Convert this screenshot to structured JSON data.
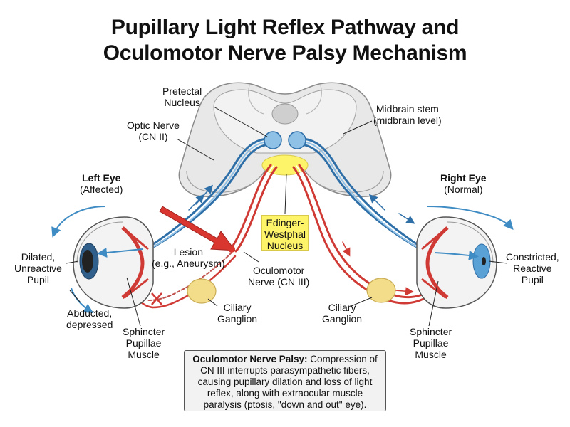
{
  "title": {
    "line1": "Pupillary Light Reflex Pathway and",
    "line2": "Oculomotor Nerve Palsy Mechanism"
  },
  "labels": {
    "pretectal": [
      "Pretectal",
      "Nucleus"
    ],
    "optic_nerve": [
      "Optic Nerve",
      "(CN II)"
    ],
    "midbrain": [
      "Midbrain stem",
      "(midbrain level)"
    ],
    "left_eye_title": "Left Eye",
    "left_eye_sub": "(Affected)",
    "right_eye_title": "Right Eye",
    "right_eye_sub": "(Normal)",
    "edinger": [
      "Edinger-",
      "Westphal",
      "Nucleus"
    ],
    "lesion": [
      "Lesion",
      "(e.g., Aneurysm)"
    ],
    "oculomotor": [
      "Oculomotor",
      "Nerve (CN III)"
    ],
    "dilated": [
      "Dilated,",
      "Unreactive",
      "Pupil"
    ],
    "constricted": [
      "Constricted,",
      "Reactive",
      "Pupil"
    ],
    "abducted": [
      "Abducted,",
      "depressed"
    ],
    "ciliary_left": [
      "Ciliary",
      "Ganglion"
    ],
    "ciliary_right": [
      "Ciliary",
      "Ganglion"
    ],
    "sphincter_left": [
      "Sphincter",
      "Pupillae",
      "Muscle"
    ],
    "sphincter_right": [
      "Sphincter",
      "Pupillae",
      "Muscle"
    ]
  },
  "note": {
    "heading": "Oculomotor Nerve Palsy:",
    "text": " Compression of CN III interrupts parasympathetic fibers, causing pupillary dilation and loss of light reflex, along with extraocular muscle paralysis (ptosis, \"down and out\" eye)."
  },
  "colors": {
    "optic_pathway": "#2f6fa8",
    "oculomotor_pathway": "#d03a35",
    "lesion_arrow": "#d93630",
    "nucleus_fill": "#fef46a",
    "ganglion_fill": "#f3dc8a",
    "pretectal_fill": "#8fc0e6",
    "midbrain_fill": "#e6e6e6"
  }
}
